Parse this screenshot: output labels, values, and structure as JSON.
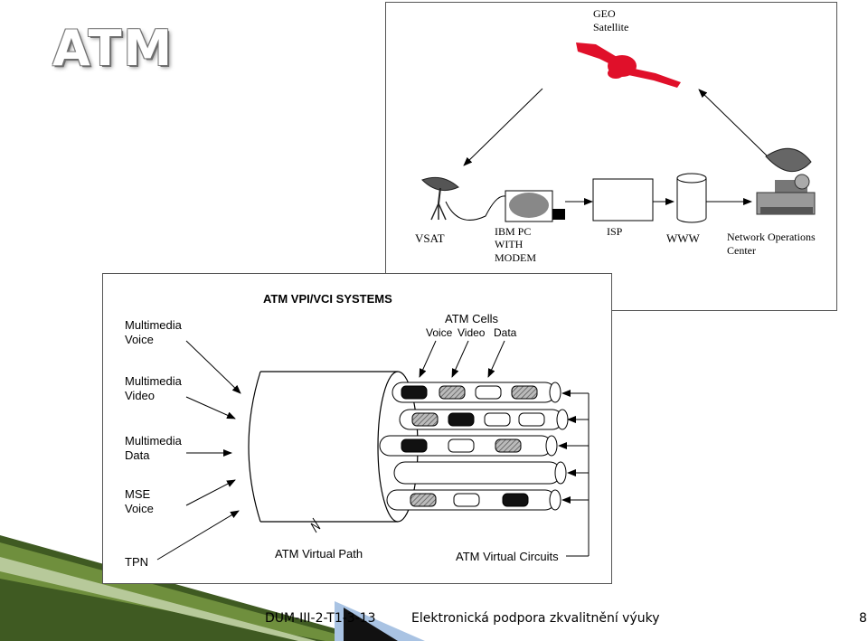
{
  "slide": {
    "title": "ATM",
    "footer_left": "DUM-III-2-T1-3-13",
    "footer_center": "Elektronická podpora zkvalitnění výuky",
    "page_number": "8"
  },
  "satellite_diagram": {
    "satellite_label_1": "GEO",
    "satellite_label_2": "Satellite",
    "vsat": "VSAT",
    "pc_1": "IBM PC",
    "pc_2": "WITH",
    "pc_3": "MODEM",
    "isp": "ISP",
    "www": "WWW",
    "noc_1": "Network Operations",
    "noc_2": "Center"
  },
  "atm_diagram": {
    "title": "ATM VPI/VCI SYSTEMS",
    "inputs": [
      {
        "line1": "Multimedia",
        "line2": "Voice"
      },
      {
        "line1": "Multimedia",
        "line2": "Video"
      },
      {
        "line1": "Multimedia",
        "line2": "Data"
      },
      {
        "line1": "MSE",
        "line2": "Voice"
      },
      {
        "line1": "TPN",
        "line2": ""
      }
    ],
    "cells_title": "ATM Cells",
    "cell_types": [
      "Voice",
      "Video",
      "Data"
    ],
    "virtual_path": "ATM Virtual Path",
    "virtual_circuits": "ATM Virtual Circuits"
  },
  "colors": {
    "satellite_red": "#e0102a",
    "footer_green": "#4e6b2a",
    "footer_blue": "#a9c3e3"
  }
}
